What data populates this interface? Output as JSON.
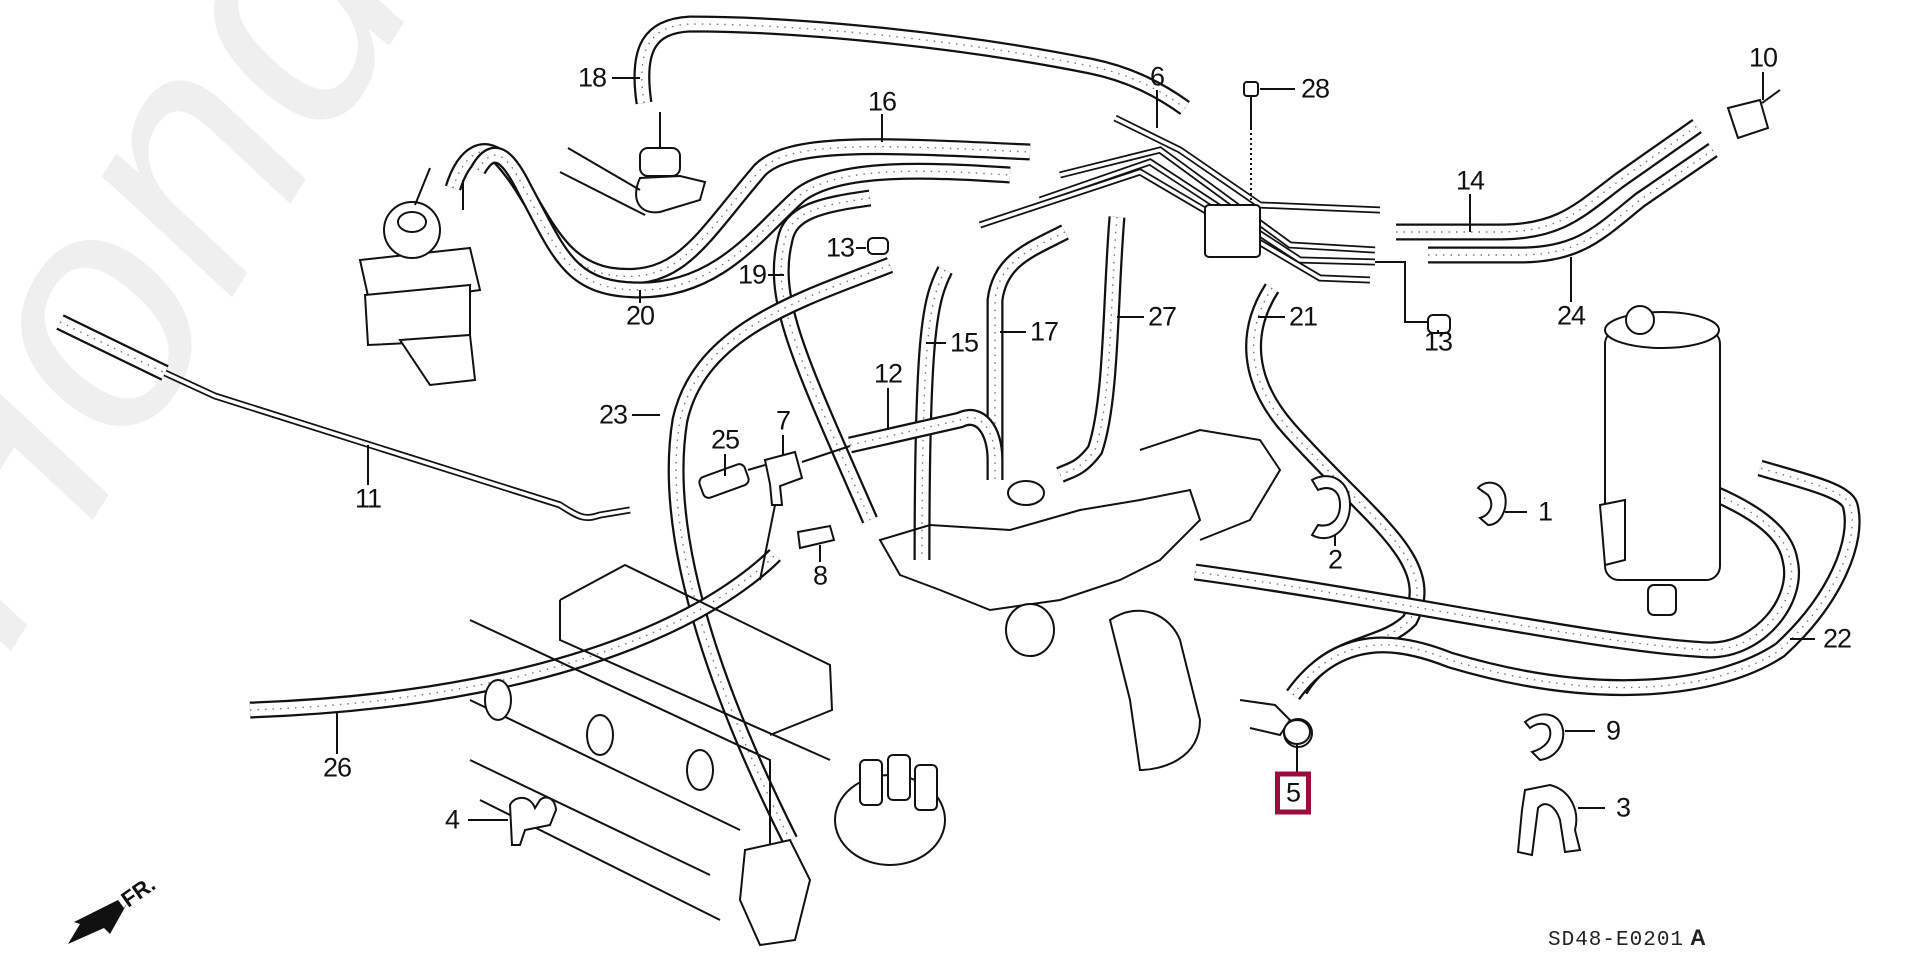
{
  "diagram": {
    "title": "Vacuum hose / tubing parts diagram",
    "watermark": "HondaCarMine.ru",
    "figure_code": "SD48-E0201",
    "figure_code_suffix": "A",
    "direction_indicator": "FR.",
    "highlighted_part": "5",
    "highlight_color": "#9b0b3b",
    "callouts": [
      {
        "id": "18",
        "label": "18"
      },
      {
        "id": "16",
        "label": "16"
      },
      {
        "id": "6",
        "label": "6"
      },
      {
        "id": "28",
        "label": "28"
      },
      {
        "id": "10",
        "label": "10"
      },
      {
        "id": "14",
        "label": "14"
      },
      {
        "id": "13a",
        "label": "13"
      },
      {
        "id": "19",
        "label": "19"
      },
      {
        "id": "20",
        "label": "20"
      },
      {
        "id": "13b",
        "label": "13"
      },
      {
        "id": "24",
        "label": "24"
      },
      {
        "id": "21",
        "label": "21"
      },
      {
        "id": "27",
        "label": "27"
      },
      {
        "id": "17",
        "label": "17"
      },
      {
        "id": "15",
        "label": "15"
      },
      {
        "id": "12",
        "label": "12"
      },
      {
        "id": "23",
        "label": "23"
      },
      {
        "id": "25",
        "label": "25"
      },
      {
        "id": "7",
        "label": "7"
      },
      {
        "id": "11",
        "label": "11"
      },
      {
        "id": "1",
        "label": "1"
      },
      {
        "id": "8",
        "label": "8"
      },
      {
        "id": "2",
        "label": "2"
      },
      {
        "id": "22",
        "label": "22"
      },
      {
        "id": "9",
        "label": "9"
      },
      {
        "id": "26",
        "label": "26"
      },
      {
        "id": "5",
        "label": "5"
      },
      {
        "id": "3",
        "label": "3"
      },
      {
        "id": "4",
        "label": "4"
      }
    ]
  }
}
